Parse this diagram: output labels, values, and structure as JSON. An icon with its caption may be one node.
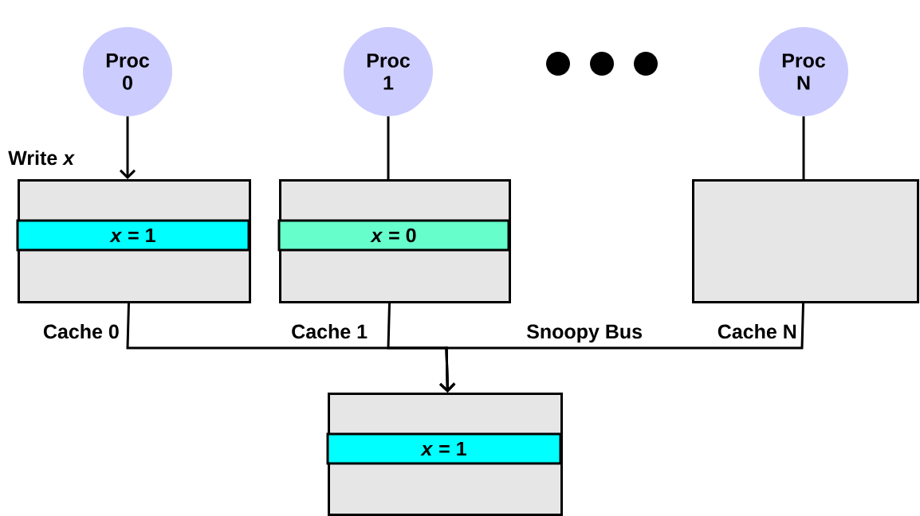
{
  "diagram": {
    "nodes": [
      {
        "text": [
          "Proc 0"
        ]
      },
      {
        "text": [
          "Proc 1"
        ]
      },
      {
        "text": [
          "Proc N"
        ]
      },
      {
        "text": [
          "Cache 0"
        ]
      },
      {
        "text": [
          "*x* = 1"
        ],
        "in": 3
      },
      {
        "text": [
          "Cache 1"
        ]
      },
      {
        "text": [
          "*x* = 0"
        ],
        "in": 5
      },
      {
        "text": [
          "Cache N"
        ]
      },
      {
        "text": [],
        "shape": "box"
      },
      {
        "text": [
          "*x* = 1"
        ],
        "in": 8
      }
    ],
    "edges": [
      {
        "from": 0,
        "to": 3,
        "arrow": "to",
        "label": "Write *x*"
      },
      {
        "from": 1,
        "to": 5,
        "arrow": "none"
      },
      {
        "from": 2,
        "to": 7,
        "arrow": "none"
      },
      {
        "from": 3,
        "to": 8,
        "arrow": "to"
      },
      {
        "from": 5,
        "to": 8,
        "arrow": "to"
      },
      {
        "from": 7,
        "to": 8,
        "arrow": "to"
      }
    ],
    "labels": [
      "Snoopy Bus"
    ]
  }
}
